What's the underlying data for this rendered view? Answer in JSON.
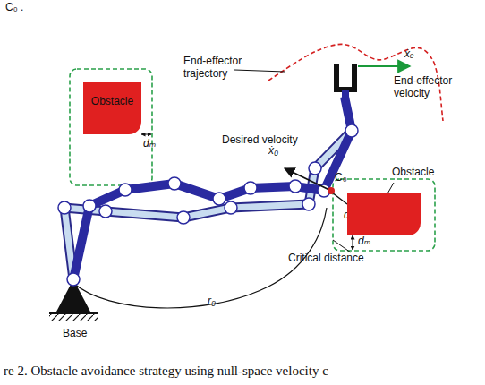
{
  "diagram": {
    "caption": "re 2.    Obstacle avoidance strategy using null-space velocity c",
    "nodes": [
      {
        "text": [
          "Obstacle"
        ]
      },
      {
        "text": [
          "Obstacle"
        ]
      }
    ],
    "labels": [
      "C₀ .",
      "End-effector trajectory",
      "End-effector velocity",
      "ẋₑ",
      "Desired velocity",
      "ẋ₀",
      "C₀",
      "d",
      "dₘ",
      "dₘ",
      "Critical distance",
      "r₀",
      "Base"
    ]
  }
}
